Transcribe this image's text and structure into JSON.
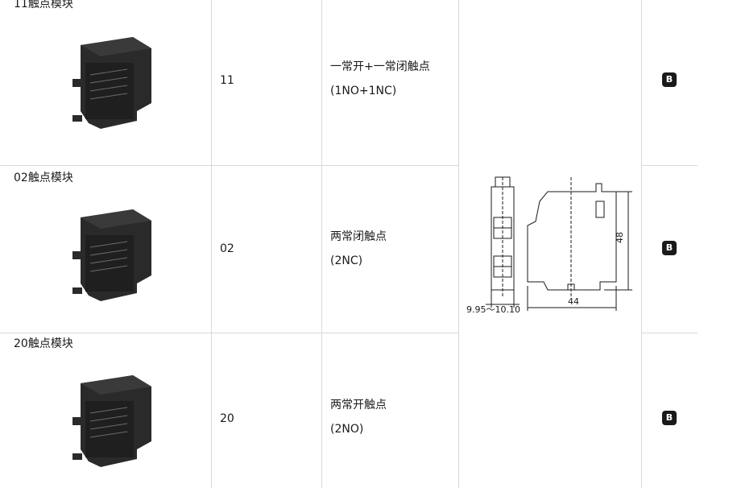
{
  "rows": [
    {
      "title": "11触点模块",
      "code": "11",
      "desc_main": "一常开+一常闭触点",
      "desc_sub": "(1NO+1NC)",
      "badge": "B"
    },
    {
      "title": "02触点模块",
      "code": "02",
      "desc_main": "两常闭触点",
      "desc_sub": "(2NC)",
      "badge": "B"
    },
    {
      "title": "20触点模块",
      "code": "20",
      "desc_main": "两常开触点",
      "desc_sub": "(2NO)",
      "badge": "B"
    }
  ],
  "dimensions": {
    "width_label": "9.95～10.10",
    "length_label": "44",
    "height_label": "48"
  },
  "icons": [
    "contact-module-product-image",
    "dimension-drawing"
  ]
}
